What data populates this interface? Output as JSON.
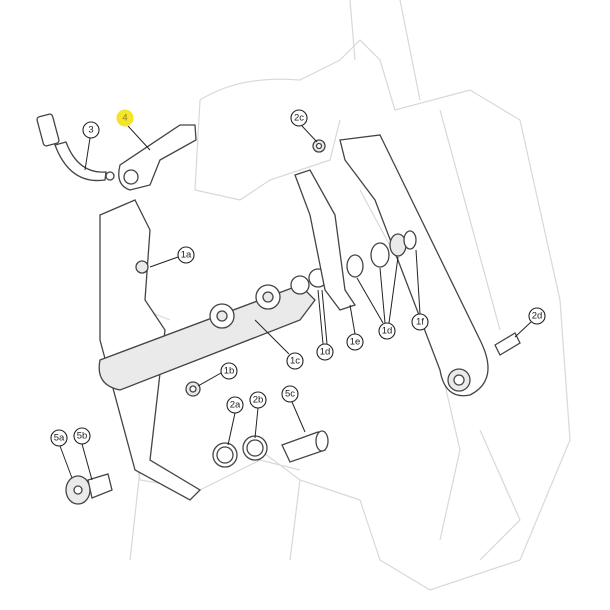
{
  "diagram": {
    "type": "exploded parts diagram",
    "highlight_color": "#f4e52c",
    "callouts": [
      {
        "id": "c4",
        "label": "4",
        "highlighted": true
      },
      {
        "id": "c3",
        "label": "3",
        "highlighted": false
      },
      {
        "id": "c2c",
        "label": "2c",
        "highlighted": false
      },
      {
        "id": "c1a",
        "label": "1a",
        "highlighted": false
      },
      {
        "id": "c1b",
        "label": "1b",
        "highlighted": false
      },
      {
        "id": "c1c",
        "label": "1c",
        "highlighted": false
      },
      {
        "id": "c1d1",
        "label": "1d",
        "highlighted": false
      },
      {
        "id": "c1e",
        "label": "1e",
        "highlighted": false
      },
      {
        "id": "c1d2",
        "label": "1d",
        "highlighted": false
      },
      {
        "id": "c1f",
        "label": "1f",
        "highlighted": false
      },
      {
        "id": "c2d",
        "label": "2d",
        "highlighted": false
      },
      {
        "id": "c2a",
        "label": "2a",
        "highlighted": false
      },
      {
        "id": "c2b",
        "label": "2b",
        "highlighted": false
      },
      {
        "id": "c5c",
        "label": "5c",
        "highlighted": false
      },
      {
        "id": "c5a",
        "label": "5a",
        "highlighted": false
      },
      {
        "id": "c5b",
        "label": "5b",
        "highlighted": false
      }
    ]
  }
}
